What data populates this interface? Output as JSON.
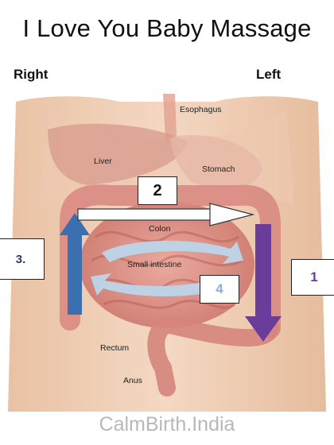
{
  "title": "I Love You Baby Massage",
  "sides": {
    "right": "Right",
    "left": "Left"
  },
  "organs": {
    "esophagus": "Esophagus",
    "liver": "Liver",
    "stomach": "Stomach",
    "colon": "Colon",
    "small_intestine": "Small intestine",
    "rectum": "Rectum",
    "anus": "Anus"
  },
  "steps": {
    "one": "1",
    "two": "2",
    "three": "3.",
    "four": "4"
  },
  "colors": {
    "step1_arrow": "#6a3d9a",
    "step3_arrow": "#3a6fb0",
    "step2_arrow": "#ffffff",
    "step4_arrow": "#bcd6ea",
    "step1_label": "#6a3d9a",
    "step3_label": "#2b3a67",
    "step4_label": "#8ab0d6"
  },
  "footer": "CalmBirth.India"
}
